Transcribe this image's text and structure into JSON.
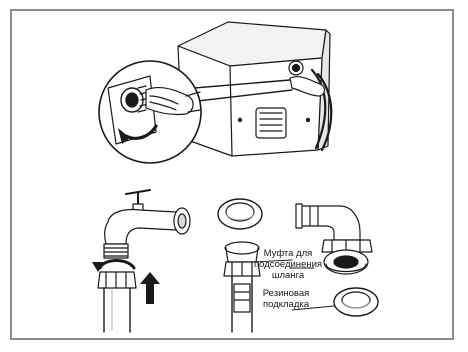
{
  "labels": {
    "coupling_line1": "Муфта для",
    "coupling_line2": "подсоединения",
    "coupling_line3": "шланга",
    "gasket_line1": "Резиновая",
    "gasket_line2": "подкладка"
  },
  "icons": {
    "up_arrow": "up-arrow-icon",
    "rotate_arrow": "rotate-arrow-icon"
  },
  "colors": {
    "frame": "#8c8c8c",
    "ink": "#1a1a1a",
    "arrow_fill": "#1a1a1a",
    "shade": "#d9d9d9"
  }
}
